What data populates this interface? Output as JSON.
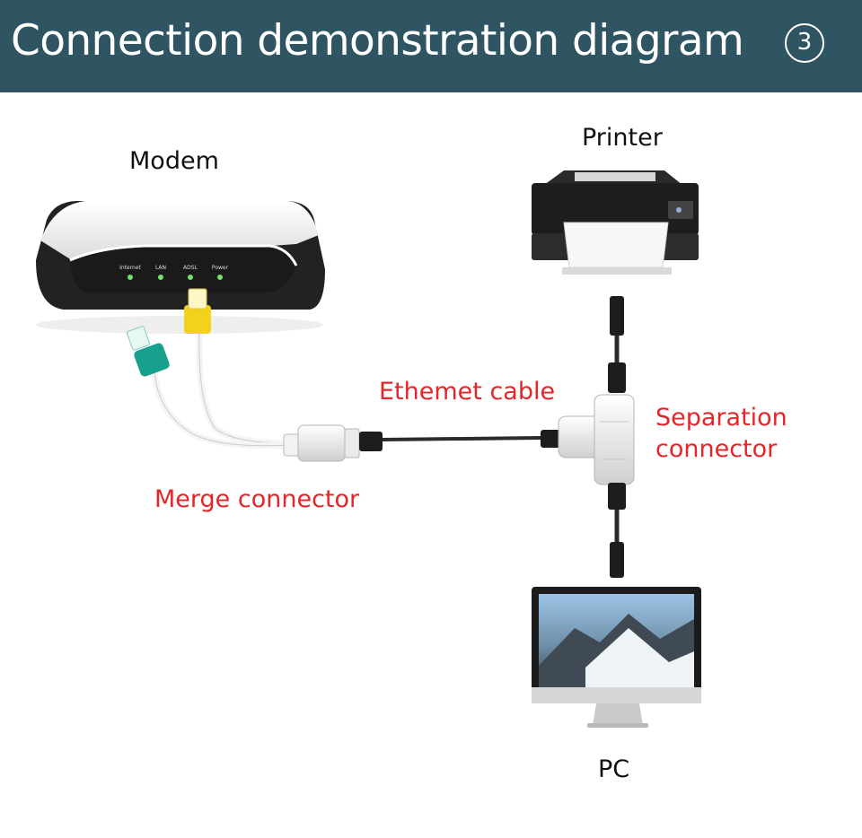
{
  "header": {
    "title": "Connection demonstration diagram",
    "step": "3",
    "background": "#2f5462"
  },
  "devices": {
    "modem": "Modem",
    "printer": "Printer",
    "pc": "PC"
  },
  "modem_leds": [
    "Internet",
    "LAN",
    "ADSL",
    "Power"
  ],
  "annotations": {
    "ethernet_cable": "Ethemet cable",
    "merge_connector": "Merge connector",
    "separation_connector_line1": "Separation",
    "separation_connector_line2": "connector"
  },
  "colors": {
    "annotation": "#e4262a",
    "label": "#111111",
    "cable": "#2b2b2b",
    "plug_yellow": "#f2d21c",
    "plug_teal": "#17a08e"
  }
}
